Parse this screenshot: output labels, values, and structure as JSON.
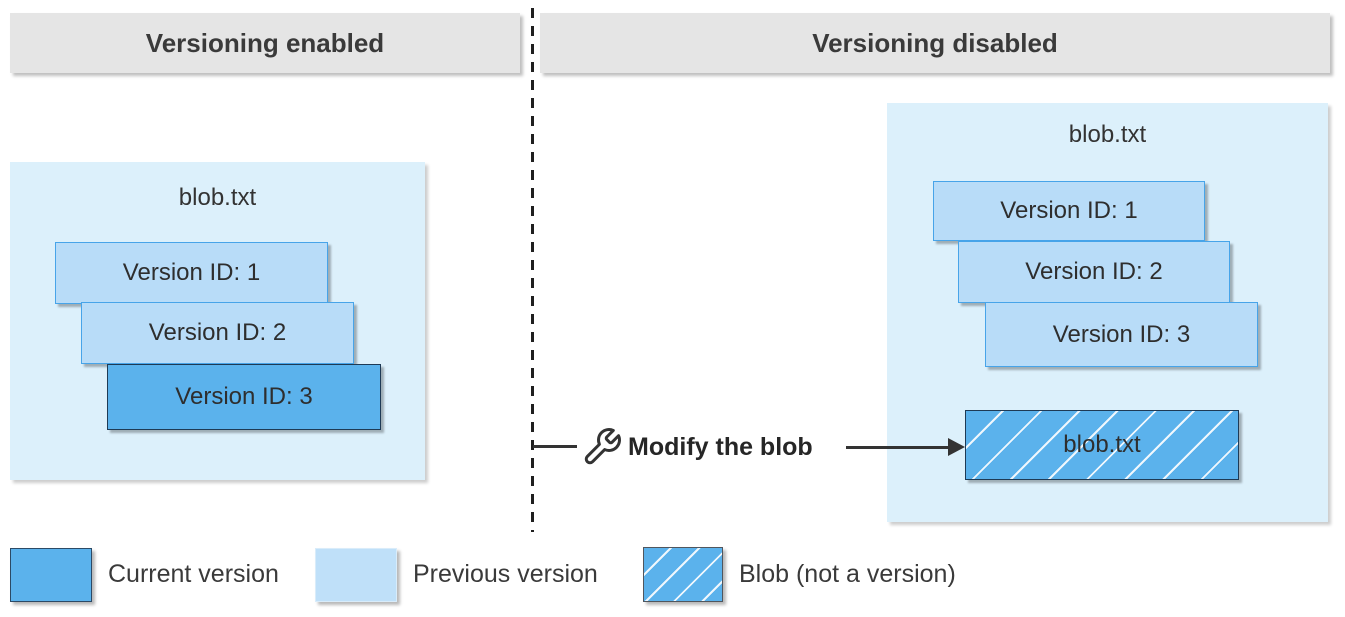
{
  "panels": {
    "enabled": {
      "header": "Versioning enabled",
      "blob_title": "blob.txt",
      "versions": [
        {
          "label": "Version ID: 1",
          "state": "previous"
        },
        {
          "label": "Version ID: 2",
          "state": "previous"
        },
        {
          "label": "Version ID: 3",
          "state": "current"
        }
      ]
    },
    "disabled": {
      "header": "Versioning disabled",
      "blob_title": "blob.txt",
      "versions": [
        {
          "label": "Version ID: 1",
          "state": "previous"
        },
        {
          "label": "Version ID: 2",
          "state": "previous"
        },
        {
          "label": "Version ID: 3",
          "state": "previous"
        }
      ],
      "modified_blob_label": "blob.txt"
    }
  },
  "action": {
    "icon": "wrench-icon",
    "label": "Modify the blob"
  },
  "legend": [
    {
      "swatch": "current-version",
      "label": "Current version"
    },
    {
      "swatch": "previous-version",
      "label": "Previous version"
    },
    {
      "swatch": "blob-not-a-version",
      "label": "Blob (not a version)"
    }
  ],
  "colors": {
    "current_version_fill": "#5bb2ec",
    "previous_version_fill": "#b8dcf8",
    "container_fill": "#dcf0fb",
    "header_fill": "#e5e5e5",
    "previous_border": "#47a4e9",
    "current_border": "#1e3a55",
    "text": "#3a3a3a"
  }
}
